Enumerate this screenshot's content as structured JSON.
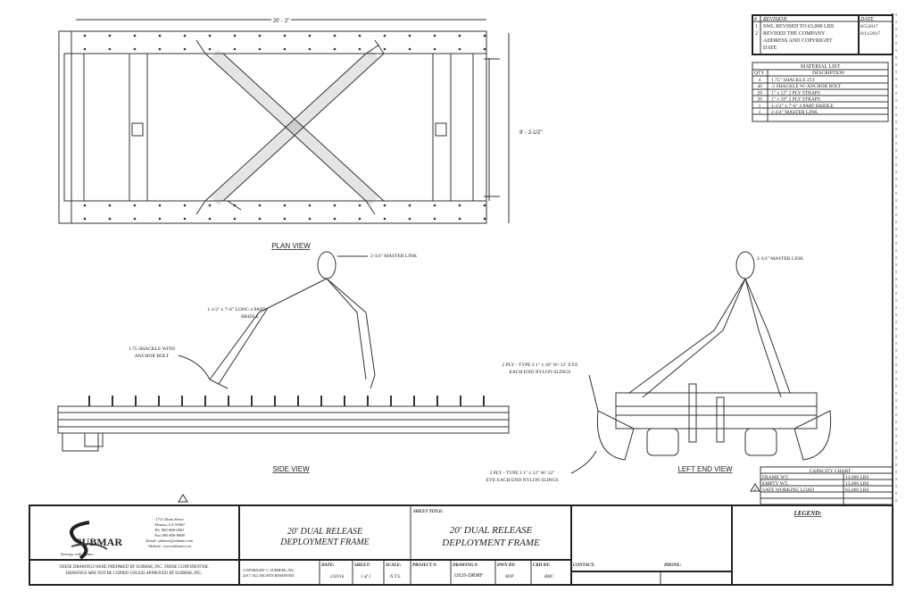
{
  "revisions": {
    "headers": [
      "#",
      "REVISION",
      "DATE"
    ],
    "rows": [
      {
        "num": "1",
        "text": "SWL REVISED TO 63,000 LBS",
        "date": "8/5/2017"
      },
      {
        "num": "2",
        "text": "REVISED THE COMPANY",
        "date": "8/11/2017"
      },
      {
        "num": "",
        "text": "ADDRESS AND COPYRIGHT",
        "date": ""
      },
      {
        "num": "",
        "text": "DATE",
        "date": ""
      }
    ]
  },
  "material_list": {
    "title": "MATERIAL LIST",
    "headers": [
      "QTY",
      "DESCRIPTION"
    ],
    "rows": [
      {
        "qty": "4",
        "desc": "1.75\" SHACKLE 25T"
      },
      {
        "qty": "40",
        "desc": ".5 SHACKLE W/ ANCHOR BOLT"
      },
      {
        "qty": "20",
        "desc": "1\" x 12\" 2 PLY STRAPS"
      },
      {
        "qty": "20",
        "desc": "1\" x 18\" 2 PLY STRAPS"
      },
      {
        "qty": "1",
        "desc": "1-1/2\" x 7'-6\" 4 PART BRIDLE"
      },
      {
        "qty": "1",
        "desc": "2-3/4\" MASTER LINK"
      }
    ]
  },
  "plan_view": {
    "label": "PLAN VIEW",
    "dim_length": "20' - 2\"",
    "dim_width": "9' - 2-1/2\""
  },
  "side_view": {
    "label": "SIDE VIEW",
    "callout_master_link": "2-3/4\" MASTER LINK",
    "callout_bridle_1": "1-1/2\" x 7'-6\" LONG 4 PART",
    "callout_bridle_2": "BRIDLE",
    "callout_shackle_1": "1.75 SHACKLE WITH",
    "callout_shackle_2": "ANCHOR BOLT",
    "callout_sling_1": "2 PLY - TYPE 3 1\" x 18\" W/ 12\" EYE",
    "callout_sling_2": "EACH END NYLON SLINGS"
  },
  "end_view": {
    "label": "LEFT END VIEW",
    "callout_master_link": "2-3/4\" MASTER LINK",
    "callout_sling_1": "2 PLY - TYPE 3 1\" x 12\" W/ 12\"",
    "callout_sling_2": "EYE EACH END NYLON SLINGS"
  },
  "capacity_chart": {
    "title": "CAPACITY CHART",
    "rows": [
      {
        "label": "FRAME WT.",
        "value": "13,000 LBS"
      },
      {
        "label": "EMPTY WT.",
        "value": "13,000 LBS"
      },
      {
        "label": "SAFE WORKING LOAD",
        "value": "63,000 LBS"
      }
    ]
  },
  "title_block": {
    "company": "SUBMAR",
    "tagline": "Synergy with Nature",
    "address": [
      "1711 Dunn Street",
      "Houma, LA 70360",
      "Ph. 985-868-0001",
      "Fax 985-858-9898",
      "Email: submar@submar.com",
      "Website: www.submar.com"
    ],
    "disclaimer_1": "THESE DRAWINGS WERE PREPARED BY SUBMAR, INC. THOSE CONFIDENTIAL",
    "disclaimer_2": "DRAWINGS MAY NOT BE COPIED UNLESS APPROVED BY SUBMAR, INC.",
    "copyright_1": "COPYRIGHT © SUBMAR, INC.",
    "copyright_2": "2017 ALL RIGHTS RESERVED.",
    "project_title_1": "20' DUAL RELEASE",
    "project_title_2": "DEPLOYMENT FRAME",
    "sheet_title_label": "SHEET TITLE:",
    "sheet_title_1": "20' DUAL RELEASE",
    "sheet_title_2": "DEPLOYMENT FRAME",
    "date_label": "DATE:",
    "date": "2/20/16",
    "sheet_label": "SHEET:",
    "sheet": "1 of 1",
    "scale_label": "SCALE:",
    "scale": "N.T.S.",
    "project_label": "PROJECT #:",
    "project": "",
    "drawing_label": "DRAWING #:",
    "drawing": "OS20-DRMF",
    "dwn_label": "DWN BY:",
    "dwn": "MJP",
    "ckd_label": "CKD BY:",
    "ckd": "BMC",
    "contact_label": "CONTACT:",
    "phone_label": "PHONE:",
    "legend_label": "LEGEND:",
    "rev_mark": "2"
  }
}
